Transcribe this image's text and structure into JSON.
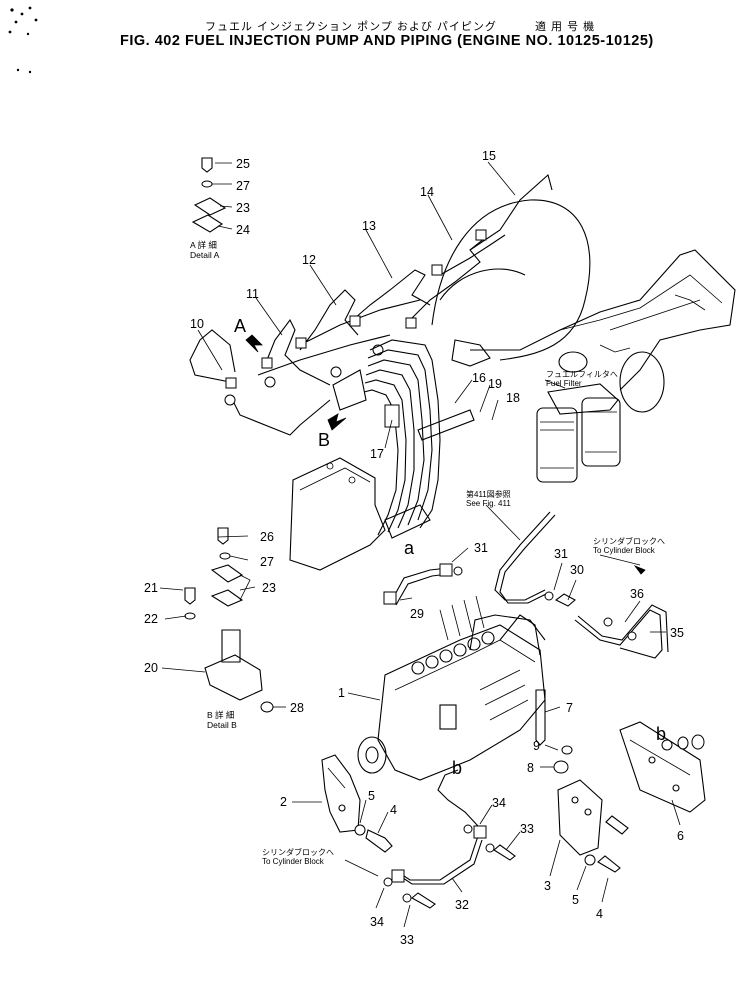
{
  "header": {
    "japanese_title": "フュエル インジェクション ポンプ および パイピング",
    "japanese_applicable": "適 用 号 機",
    "title": "FIG. 402  FUEL  INJECTION  PUMP  AND  PIPING  (ENGINE  NO. 10125-10125)"
  },
  "details": {
    "a_jp": "A 詳 細",
    "a_en": "Detail  A",
    "b_jp": "B 詳 細",
    "b_en": "Detail  B"
  },
  "callouts": {
    "fuel_filter_jp": "フュエルフィルタへ",
    "fuel_filter_en": "Fuel  Filter",
    "fig411_jp": "第411図参照",
    "fig411_en": "See  Fig. 411",
    "cyl_block_right_jp": "シリンダブロックへ",
    "cyl_block_right_en": "To  Cylinder  Block",
    "cyl_block_left_jp": "シリンダブロックへ",
    "cyl_block_left_en": "To  Cylinder  Block"
  },
  "view_letters": {
    "A": "A",
    "B": "B",
    "a": "a",
    "b_lower": "b",
    "b_right": "b"
  },
  "part_numbers": [
    "1",
    "2",
    "3",
    "4",
    "5",
    "6",
    "7",
    "8",
    "9",
    "10",
    "11",
    "12",
    "13",
    "14",
    "15",
    "16",
    "17",
    "18",
    "19",
    "20",
    "21",
    "22",
    "23",
    "24",
    "25",
    "26",
    "27",
    "28",
    "29",
    "30",
    "31",
    "32",
    "33",
    "34",
    "35",
    "36"
  ]
}
